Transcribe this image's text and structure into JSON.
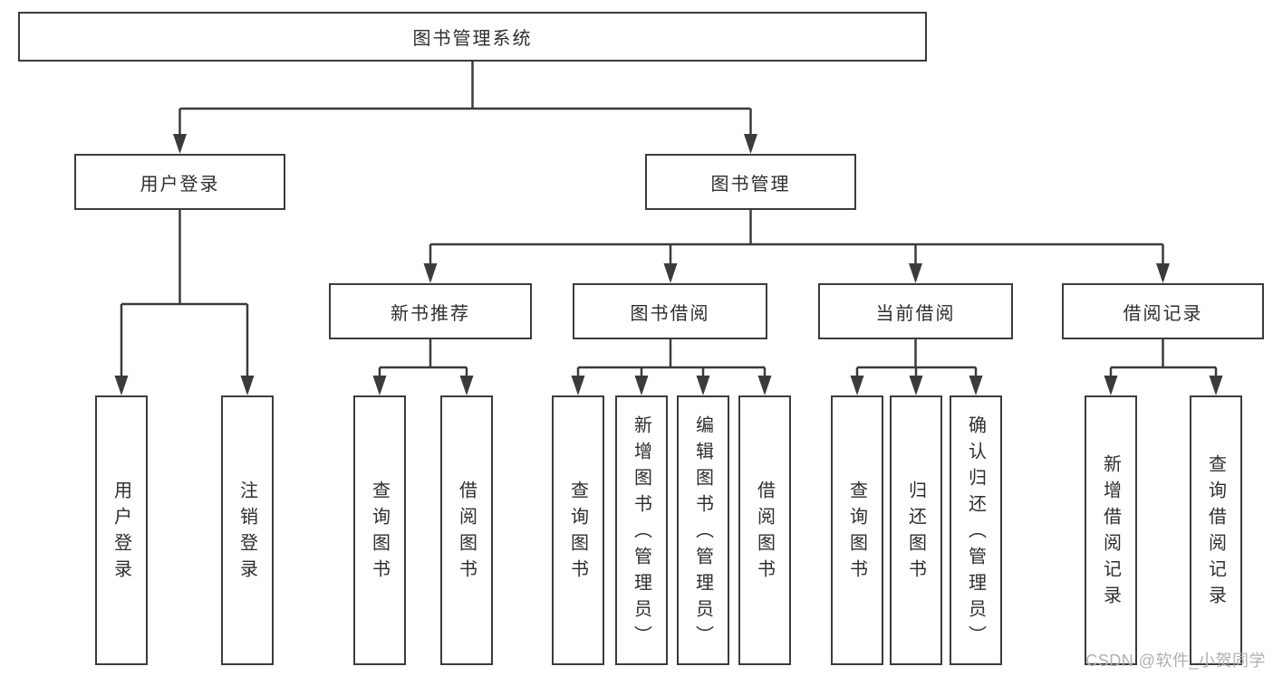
{
  "diagram_title": "图书管理系统",
  "watermark": "CSDN @软件_小贺同学",
  "colors": {
    "line": "#3b3b3b",
    "text": "#2e2e2e",
    "background": "#ffffff",
    "watermark": "#b0b0b0"
  },
  "nodes": {
    "root": {
      "label": "图书管理系统"
    },
    "user_login": {
      "label": "用户登录",
      "children": [
        {
          "label": "用户登录"
        },
        {
          "label": "注销登录"
        }
      ]
    },
    "book_mgmt": {
      "label": "图书管理"
    },
    "new_book_rec": {
      "label": "新书推荐",
      "children": [
        {
          "label": "查询图书"
        },
        {
          "label": "借阅图书"
        }
      ]
    },
    "book_borrow": {
      "label": "图书借阅",
      "children": [
        {
          "label": "查询图书"
        },
        {
          "label": "新增图书（管理员）"
        },
        {
          "label": "编辑图书（管理员）"
        },
        {
          "label": "借阅图书"
        }
      ]
    },
    "current_borrow": {
      "label": "当前借阅",
      "children": [
        {
          "label": "查询图书"
        },
        {
          "label": "归还图书"
        },
        {
          "label": "确认归还（管理员）"
        }
      ]
    },
    "borrow_records": {
      "label": "借阅记录",
      "children": [
        {
          "label": "新增借阅记录"
        },
        {
          "label": "查询借阅记录"
        }
      ]
    }
  }
}
